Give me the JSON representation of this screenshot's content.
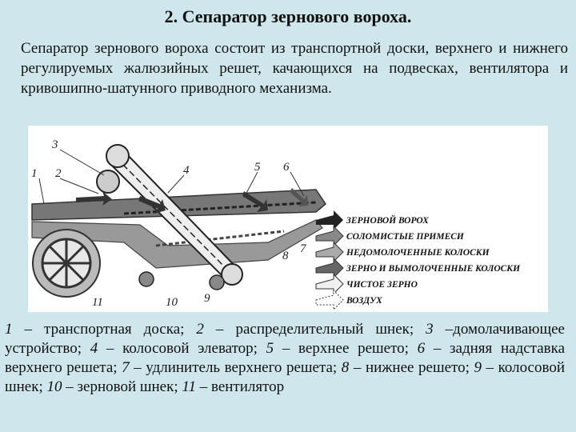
{
  "title": "2. Сепаратор зернового вороха.",
  "intro": "Сепаратор зернового вороха состоит из транспортной доски, верхнего и нижнего регулируемых жалюзийных решет, качающихся на подвесках, вентилятора и кривошипно-шатунного приводного механизма.",
  "figure": {
    "numbers": [
      "3",
      "1",
      "2",
      "4",
      "5",
      "6",
      "8",
      "7",
      "11",
      "10",
      "9"
    ],
    "legend": [
      "ЗЕРНОВОЙ ВОРОХ",
      "СОЛОМИСТЫЕ ПРИМЕСИ",
      "НЕДОМОЛОЧЕННЫЕ КОЛОСКИ",
      "ЗЕРНО И ВЫМОЛОЧЕННЫЕ КОЛОСКИ",
      "ЧИСТОЕ ЗЕРНО",
      "ВОЗДУХ"
    ],
    "colors": {
      "heap": "#222222",
      "straw": "#888888",
      "ears": "#aaaaaa",
      "clean": "#f0f0f0"
    }
  },
  "caption": {
    "items": [
      {
        "n": "1",
        "text": " – транспортная доска; "
      },
      {
        "n": "2",
        "text": " – распределительный шнек; "
      },
      {
        "n": "3",
        "text": " –домолачивающее устройство; "
      },
      {
        "n": "4",
        "text": " – колосовой элеватор; "
      },
      {
        "n": "5",
        "text": " – верхнее решето; "
      },
      {
        "n": "6",
        "text": " – задняя надставка верхнего решета; "
      },
      {
        "n": "7",
        "text": " – удлинитель верхнего решета; "
      },
      {
        "n": "8",
        "text": " – нижнее решето; "
      },
      {
        "n": "9",
        "text": " – колосовой шнек; "
      },
      {
        "n": "10",
        "text": " – зерновой шнек; "
      },
      {
        "n": "11",
        "text": " – вентилятор"
      }
    ]
  }
}
